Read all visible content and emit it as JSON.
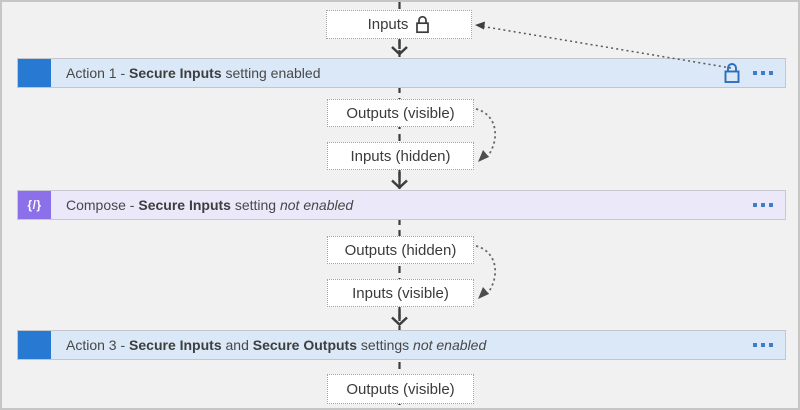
{
  "diagram_title": "Secure Inputs and Outputs flow diagram",
  "colors": {
    "canvas_bg": "#f1f1f2",
    "action_accent": "#2779d1",
    "action_bg": "#dbe8f7",
    "compose_accent": "#8b70e9",
    "compose_bg": "#ebe8fa",
    "lock_blue": "#2a6ebb",
    "lock_dark": "#3a3a3a",
    "ellipsis_blue": "#3f7dc6",
    "connector_dark": "#3d3d3d"
  },
  "boxes": {
    "inputs_top": "Inputs",
    "outputs_visible_1": "Outputs (visible)",
    "inputs_hidden": "Inputs (hidden)",
    "outputs_hidden": "Outputs (hidden)",
    "inputs_visible": "Inputs (visible)",
    "outputs_visible_2": "Outputs (visible)"
  },
  "rows": {
    "action1": {
      "t1": "Action 1 - ",
      "b1": "Secure Inputs",
      "t2": " setting enabled"
    },
    "compose": {
      "t1": "Compose - ",
      "b1": "Secure Inputs",
      "t2": " setting ",
      "i1": "not enabled"
    },
    "action3": {
      "t1": "Action 3 - ",
      "b1": "Secure Inputs",
      "t2": " and ",
      "b2": "Secure Outputs",
      "t3": " settings ",
      "i1": "not enabled"
    }
  },
  "icons": {
    "compose_glyph": "{/}",
    "inputs_lock": "lock-icon",
    "action1_lock": "lock-icon",
    "more_options": "ellipsis-icon"
  }
}
